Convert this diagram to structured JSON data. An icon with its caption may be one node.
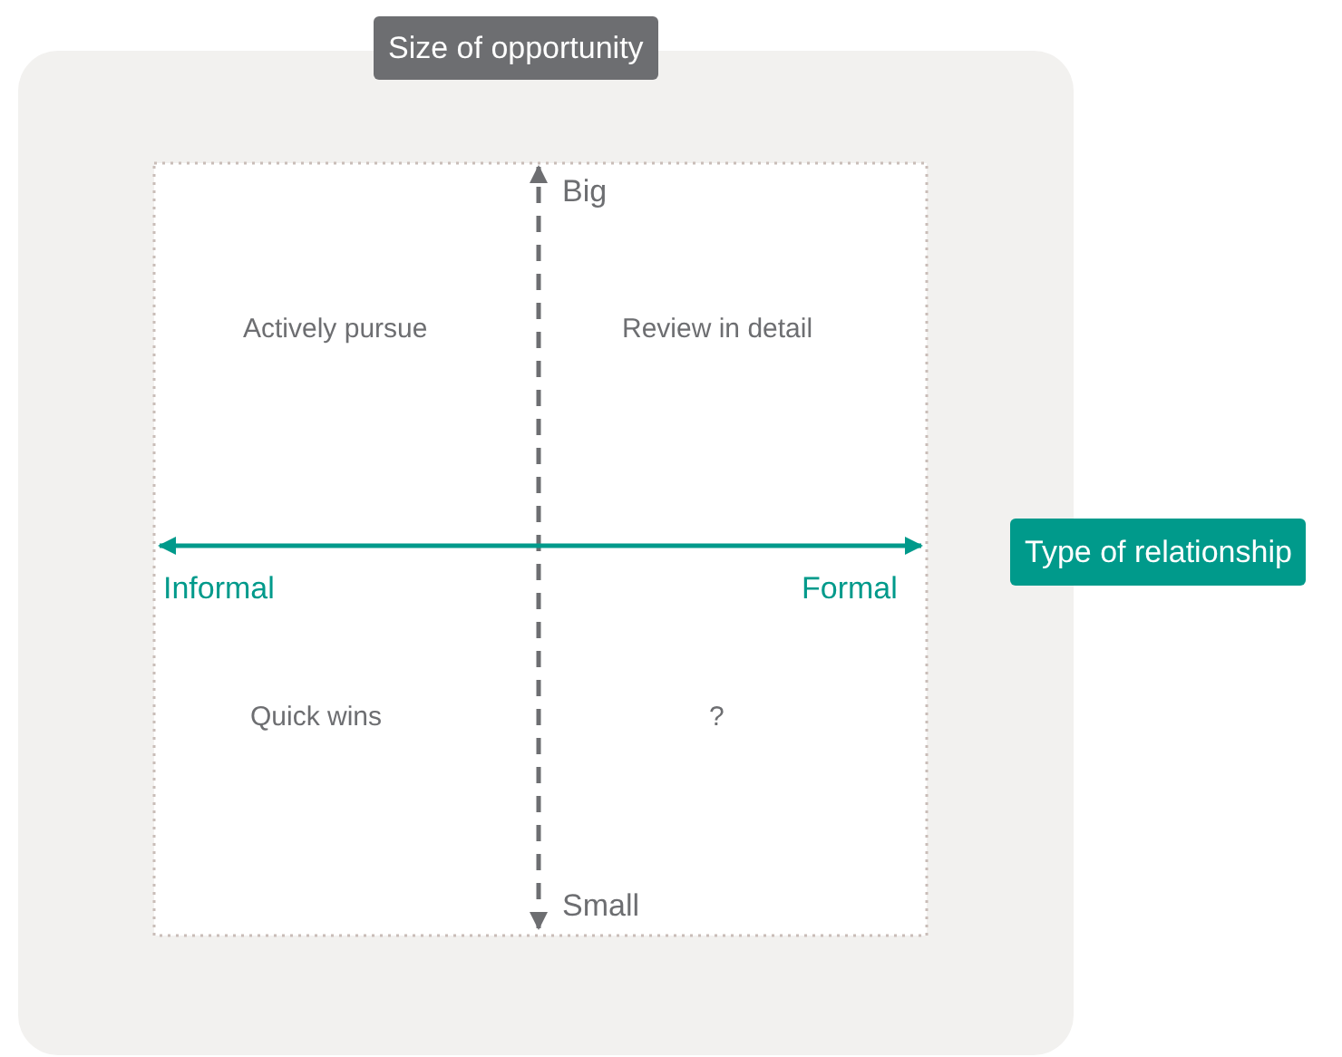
{
  "diagram": {
    "labels": [
      "Size of opportunity",
      "Big",
      "Actively pursue",
      "Review in detail",
      "Type of relationship",
      "Informal",
      "Formal",
      "Quick wins",
      "?",
      "Small"
    ]
  }
}
